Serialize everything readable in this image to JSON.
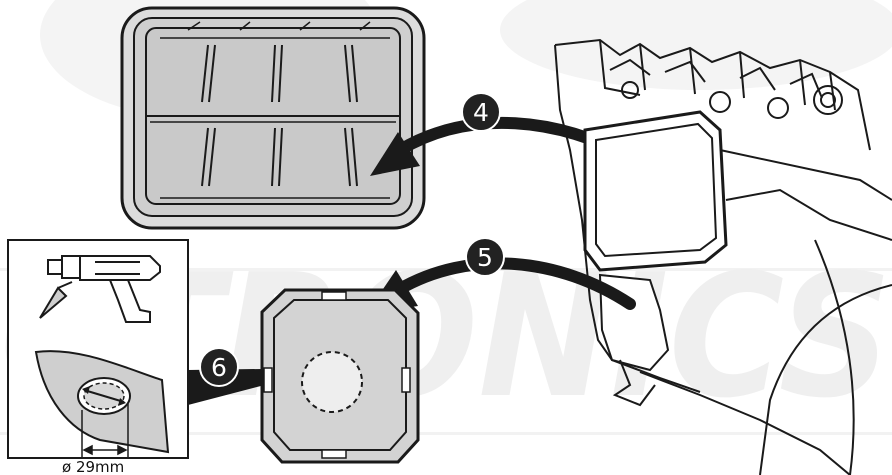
{
  "steps": [
    {
      "id": "step-4",
      "number": "4"
    },
    {
      "id": "step-5",
      "number": "5"
    },
    {
      "id": "step-6",
      "number": "6"
    }
  ],
  "dimension": {
    "label": "ø 29mm"
  },
  "watermark": {
    "text": "CTRONICS"
  },
  "colors": {
    "outline": "#1a1a1a",
    "panel_fill": "#cfcfcf",
    "cover_fill": "#d3d3d3",
    "badge_fill": "#222222",
    "watermark": "#efefef"
  }
}
